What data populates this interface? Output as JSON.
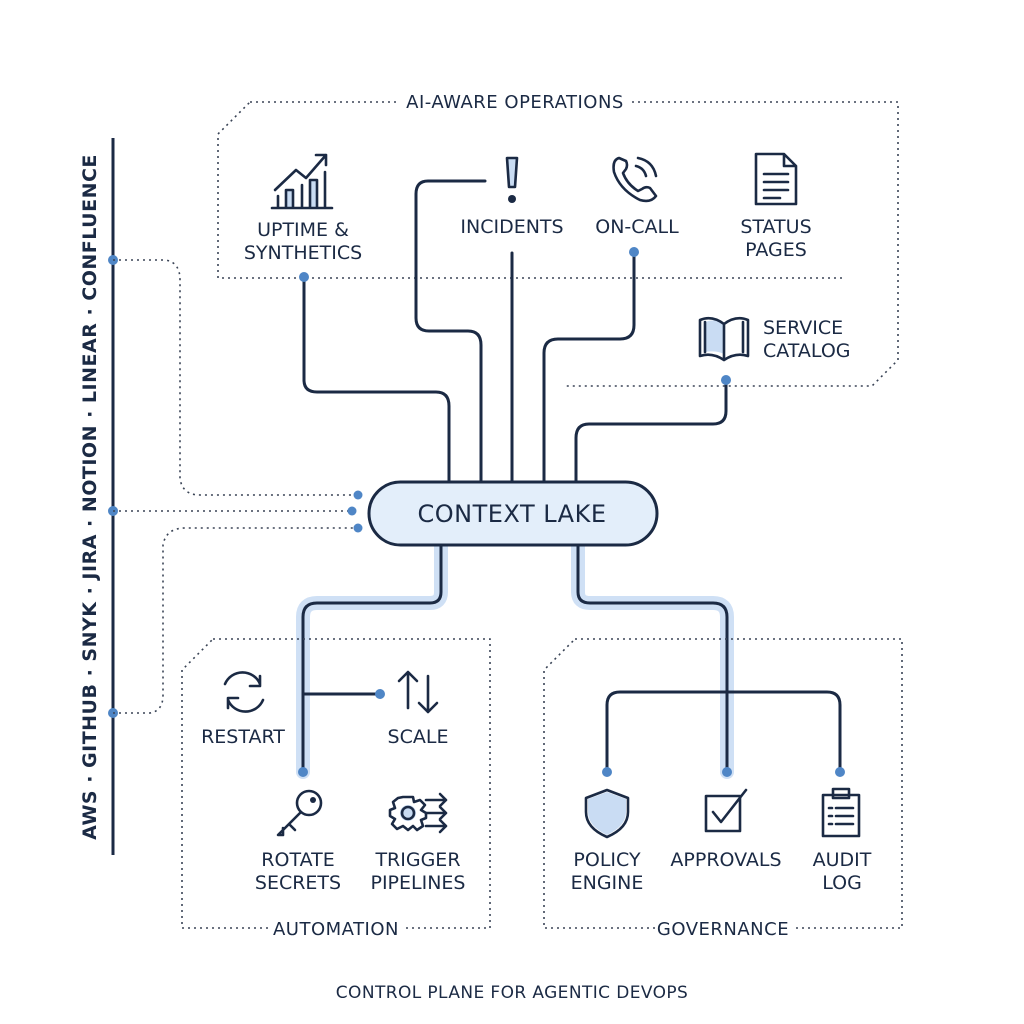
{
  "side_rail": {
    "label": "AWS · GITHUB · SNYK · JIRA · NOTION · LINEAR · CONFLUENCE"
  },
  "groups": {
    "operations": {
      "title": "AI-AWARE OPERATIONS"
    },
    "automation": {
      "title": "AUTOMATION"
    },
    "governance": {
      "title": "GOVERNANCE"
    }
  },
  "core": {
    "label": "CONTEXT LAKE"
  },
  "operations_items": [
    {
      "icon": "chart-icon",
      "line1": "UPTIME &",
      "line2": "SYNTHETICS"
    },
    {
      "icon": "alert-icon",
      "line1": "INCIDENTS"
    },
    {
      "icon": "phone-icon",
      "line1": "ON-CALL"
    },
    {
      "icon": "document-icon",
      "line1": "STATUS",
      "line2": "PAGES"
    },
    {
      "icon": "book-icon",
      "line1": "SERVICE",
      "line2": "CATALOG"
    }
  ],
  "automation_items": [
    {
      "icon": "restart-icon",
      "line1": "RESTART"
    },
    {
      "icon": "scale-icon",
      "line1": "SCALE"
    },
    {
      "icon": "key-icon",
      "line1": "ROTATE",
      "line2": "SECRETS"
    },
    {
      "icon": "gear-arrows-icon",
      "line1": "TRIGGER",
      "line2": "PIPELINES"
    }
  ],
  "governance_items": [
    {
      "icon": "shield-icon",
      "line1": "POLICY",
      "line2": "ENGINE"
    },
    {
      "icon": "checkbox-icon",
      "line1": "APPROVALS"
    },
    {
      "icon": "clipboard-icon",
      "line1": "AUDIT",
      "line2": "LOG"
    }
  ],
  "caption": "CONTROL PLANE FOR AGENTIC DEVOPS",
  "colors": {
    "ink": "#1b2a44",
    "accent": "#4f86c6",
    "highlight": "#cfe0f5",
    "core_fill": "#e3eefa"
  }
}
